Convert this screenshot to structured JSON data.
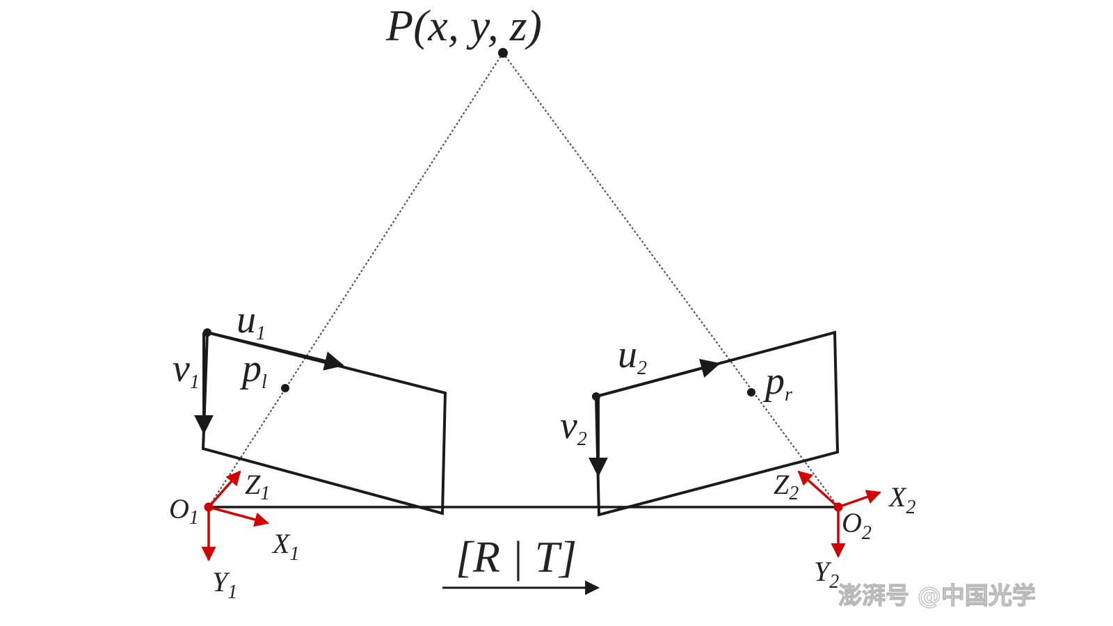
{
  "point": {
    "label": "P(x, y, z)"
  },
  "left_camera": {
    "u_label": "u",
    "u_sub": "1",
    "v_label": "v",
    "v_sub": "1",
    "image_point": "p",
    "image_point_sub": "l",
    "origin": "O",
    "origin_sub": "1",
    "x_axis": "X",
    "x_sub": "1",
    "y_axis": "Y",
    "y_sub": "1",
    "z_axis": "Z",
    "z_sub": "1"
  },
  "right_camera": {
    "u_label": "u",
    "u_sub": "2",
    "v_label": "v",
    "v_sub": "2",
    "image_point": "p",
    "image_point_sub": "r",
    "origin": "O",
    "origin_sub": "2",
    "x_axis": "X",
    "x_sub": "2",
    "y_axis": "Y",
    "y_sub": "2",
    "z_axis": "Z",
    "z_sub": "2"
  },
  "transform": {
    "label": "[R | T]"
  },
  "watermark": {
    "text": "澎湃号 @中国光学"
  },
  "colors": {
    "axis": "#d40000",
    "line": "#1a1a1a"
  }
}
